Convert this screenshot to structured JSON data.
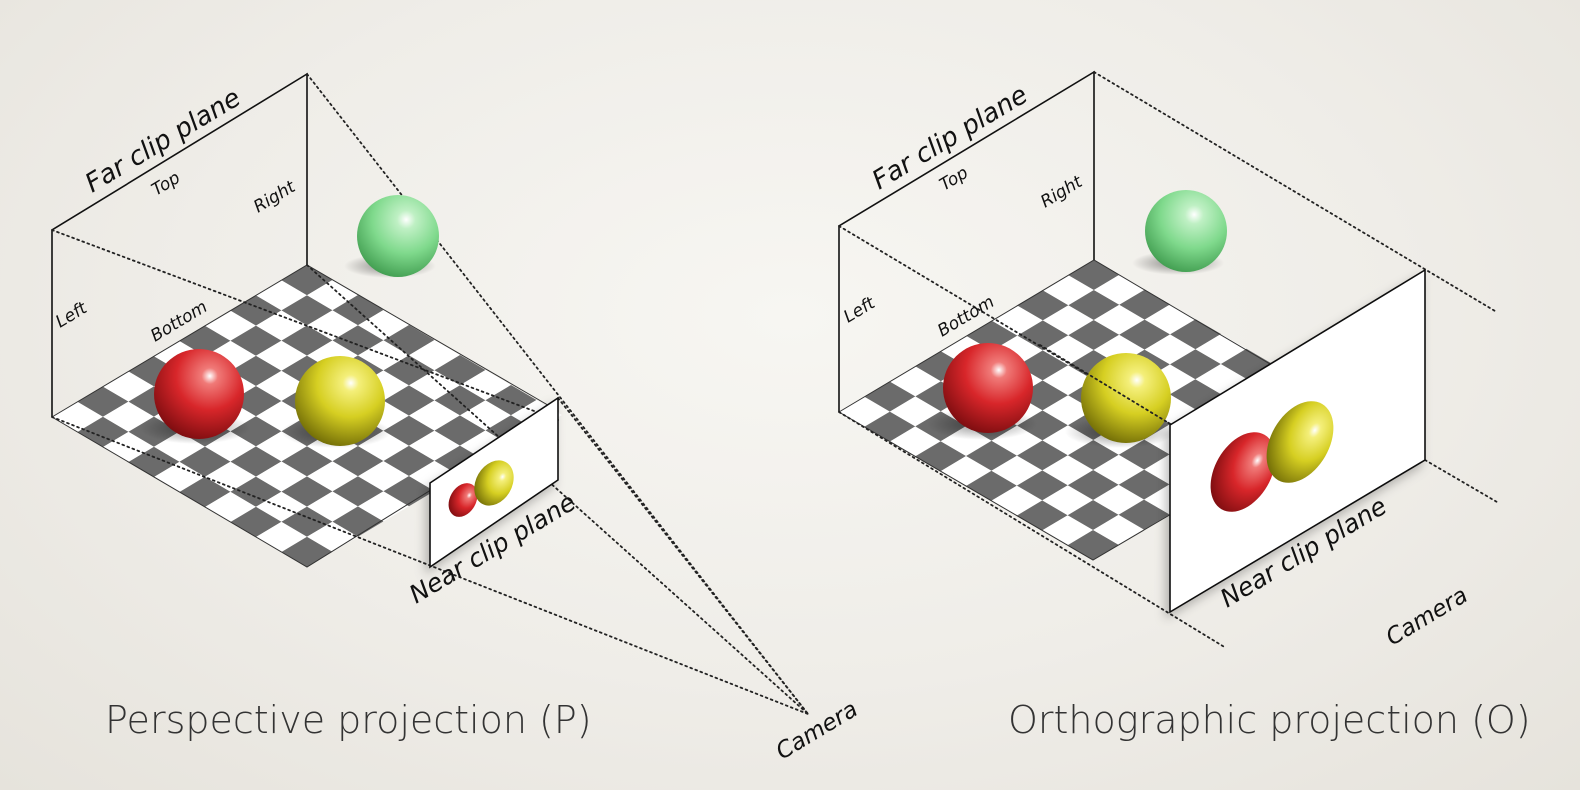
{
  "perspective": {
    "caption": "Perspective projection (P)",
    "far_clip_label": "Far clip plane",
    "near_clip_label": "Near clip plane",
    "top_label": "Top",
    "bottom_label": "Bottom",
    "left_label": "Left",
    "right_label": "Right",
    "camera_label": "Camera"
  },
  "orthographic": {
    "caption": "Orthographic projection (O)",
    "far_clip_label": "Far clip plane",
    "near_clip_label": "Near clip plane",
    "top_label": "Top",
    "bottom_label": "Bottom",
    "left_label": "Left",
    "right_label": "Right",
    "camera_label": "Camera"
  },
  "colors": {
    "sphere_red": "#d8262a",
    "sphere_yellow": "#d6cf22",
    "sphere_green": "#7fd98c",
    "checker_dark": "#6b6b6b",
    "checker_light": "#ffffff"
  }
}
